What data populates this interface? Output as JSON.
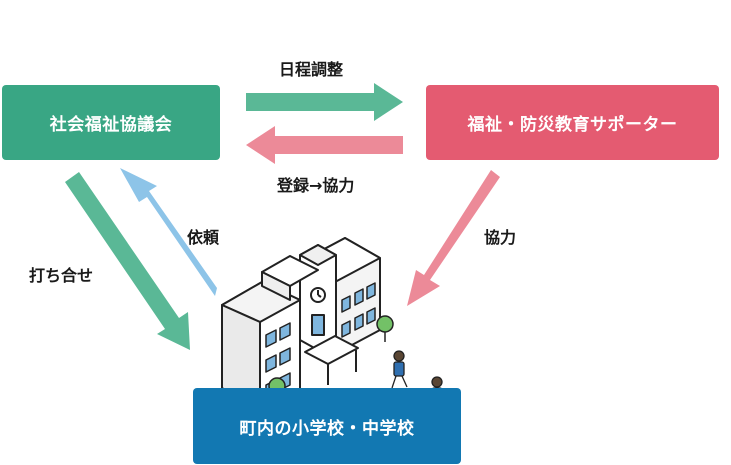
{
  "nodes": {
    "council": "社会福祉協議会",
    "supporter": "福祉・防災教育サポーター",
    "school": "町内の小学校・中学校"
  },
  "edges": {
    "schedule": "日程調整",
    "register": "登録→協力",
    "request": "依頼",
    "arrange": "打ち合せ",
    "cooperate": "協力"
  },
  "colors": {
    "council": "#39a684",
    "supporter": "#e45b71",
    "school": "#1278b2",
    "arrow_green": "#5ab896",
    "arrow_pink": "#ec8a98",
    "arrow_blue": "#8dc4e8"
  },
  "illustration": {
    "icon": "school-building-icon",
    "figures": [
      "student-icon",
      "student-icon"
    ]
  }
}
